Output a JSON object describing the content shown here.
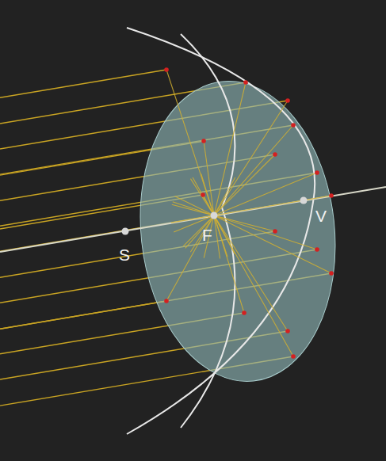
{
  "diagram": {
    "labels": [
      "S",
      "F",
      "V"
    ]
  }
}
